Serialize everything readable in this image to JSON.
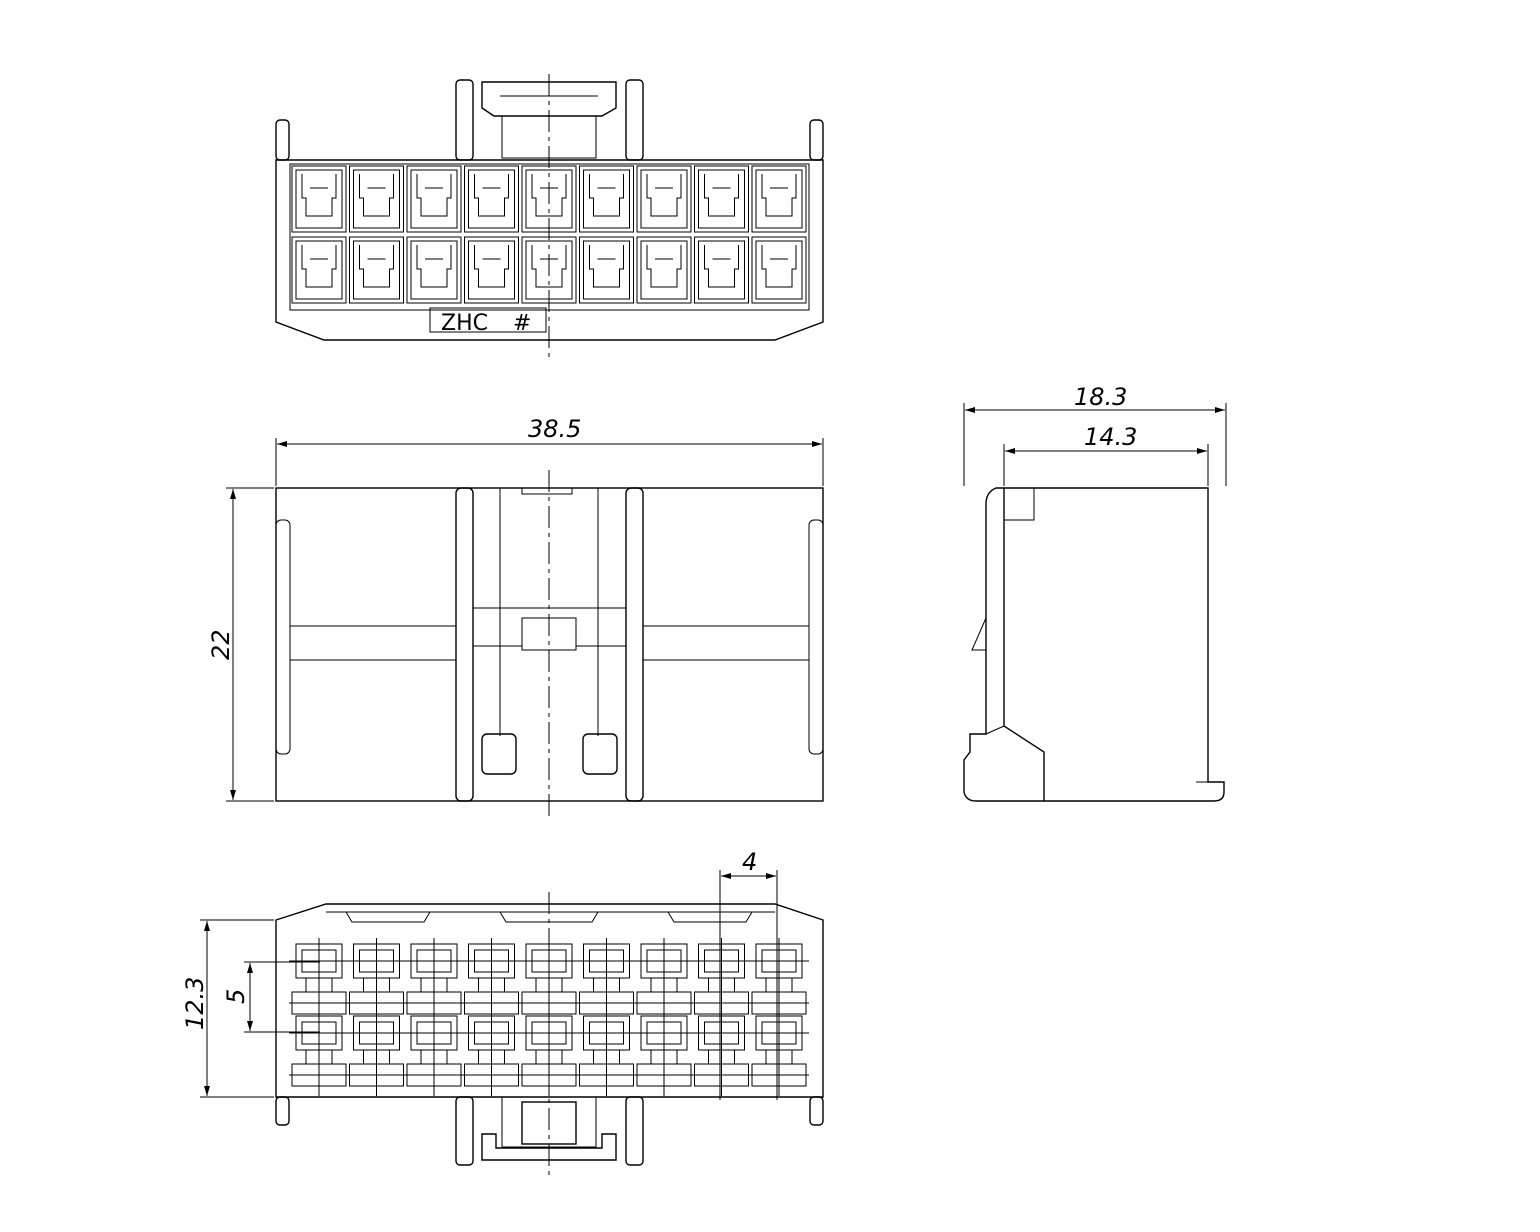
{
  "drawing": {
    "marking": {
      "maker": "ZHC",
      "symbol": "#"
    },
    "pin_rows": 2,
    "pins_per_row": 9,
    "dimensions": {
      "width": "38.5",
      "height": "22",
      "depth_total": "18.3",
      "depth_inner": "14.3",
      "pitch": "4",
      "row_pitch": "5",
      "mating_height": "12.3"
    }
  }
}
